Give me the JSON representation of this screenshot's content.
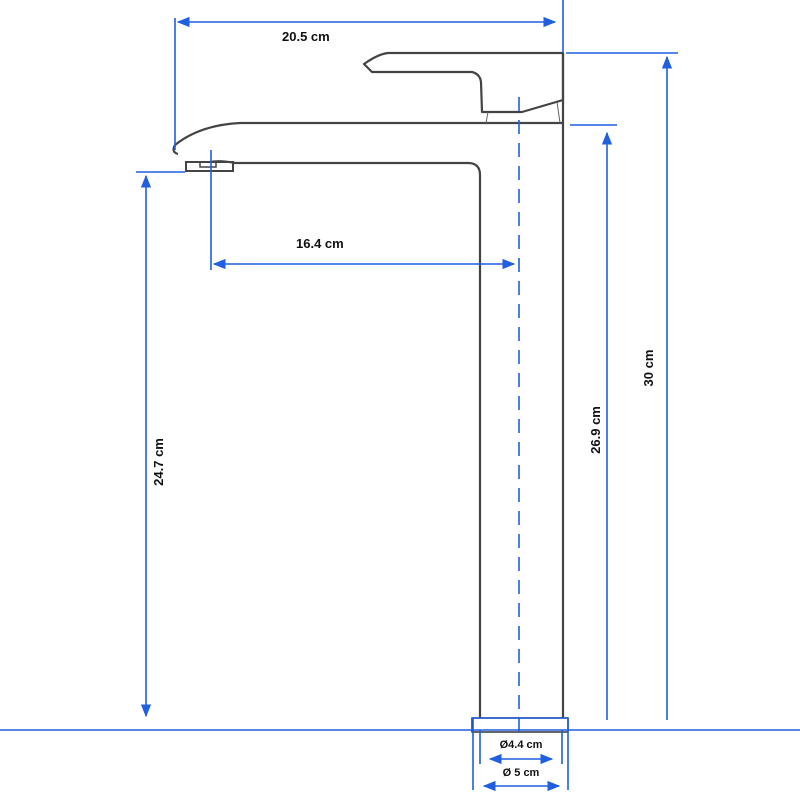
{
  "dimensions": {
    "overall_length": "20.5 cm",
    "spout_reach": "16.4 cm",
    "spout_height": "24.7 cm",
    "body_height": "26.9 cm",
    "total_height": "30 cm",
    "inner_diameter": "Ø4.4 cm",
    "outer_diameter": "Ø 5 cm"
  },
  "colors": {
    "dimension": "#1f5fe0",
    "outline": "#444444"
  }
}
